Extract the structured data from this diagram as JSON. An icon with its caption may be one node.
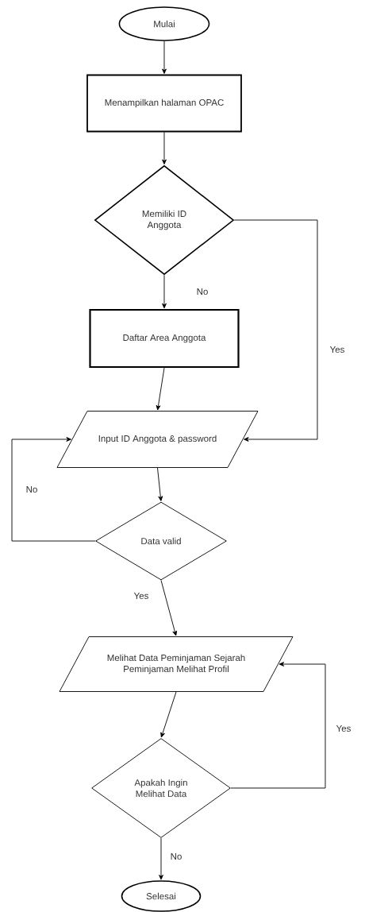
{
  "diagram": {
    "nodes": [
      {
        "text": [
          "Mulai"
        ]
      },
      {
        "text": [
          "Menampilkan halaman OPAC"
        ]
      },
      {
        "text": [
          "Memiliki ID Anggota"
        ]
      },
      {
        "text": [
          "Daftar Area Anggota"
        ]
      },
      {
        "text": [
          "Input ID Anggota & password"
        ]
      },
      {
        "text": [
          "Data valid"
        ]
      },
      {
        "text": [
          "Melihat Data Peminjaman Sejarah Peminjaman Melihat Profil"
        ]
      },
      {
        "text": [
          "Apakah Ingin Melihat Data"
        ]
      },
      {
        "text": [
          "Selesai"
        ]
      }
    ],
    "edges": [
      {
        "from": 0,
        "to": 1,
        "arrow": "to"
      },
      {
        "from": 1,
        "to": 2,
        "arrow": "to"
      },
      {
        "from": 2,
        "to": 3,
        "arrow": "to",
        "label": "No"
      },
      {
        "from": 3,
        "to": 4,
        "arrow": "to"
      },
      {
        "from": 2,
        "to": 4,
        "arrow": "to",
        "label": "Yes"
      },
      {
        "from": 4,
        "to": 5,
        "arrow": "to"
      },
      {
        "from": 5,
        "to": 4,
        "arrow": "to",
        "label": "No"
      },
      {
        "from": 5,
        "to": 6,
        "arrow": "to",
        "label": "Yes"
      },
      {
        "from": 6,
        "to": 7,
        "arrow": "to"
      },
      {
        "from": 7,
        "to": 6,
        "arrow": "to",
        "label": "Yes"
      },
      {
        "from": 7,
        "to": 8,
        "arrow": "to",
        "label": "No"
      }
    ]
  }
}
